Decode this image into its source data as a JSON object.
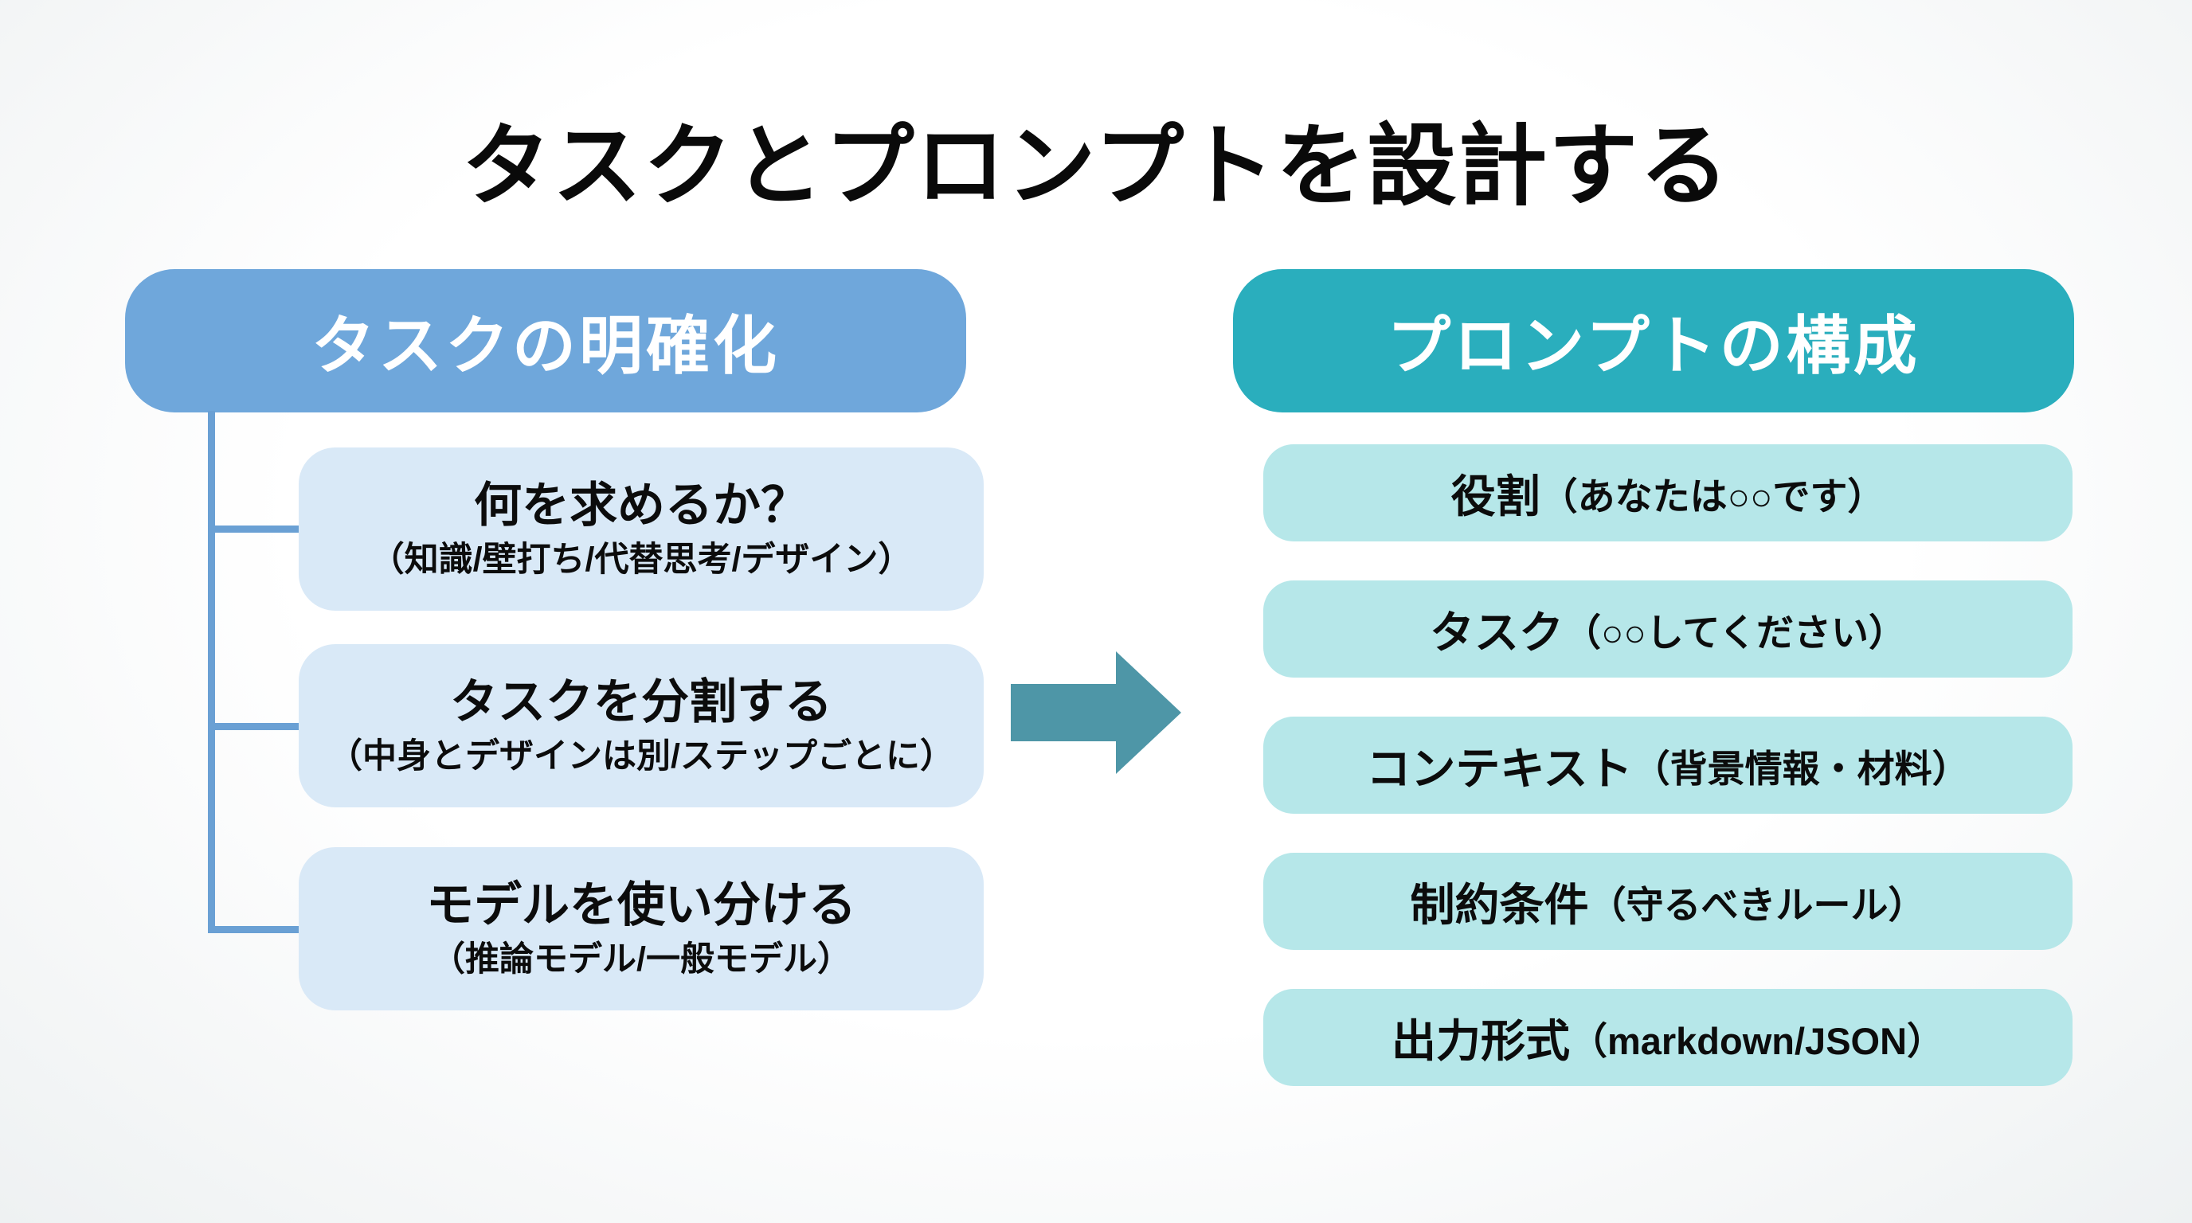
{
  "title": "タスクとプロンプトを設計する",
  "left": {
    "header": "タスクの明確化",
    "items": [
      {
        "main": "何を求めるか？",
        "sub": "（知識/壁打ち/代替思考/デザイン）"
      },
      {
        "main": "タスクを分割する",
        "sub": "（中身とデザインは別/ステップごとに）"
      },
      {
        "main": "モデルを使い分ける",
        "sub": "（推論モデル/一般モデル）"
      }
    ]
  },
  "right": {
    "header": "プロンプトの構成",
    "items": [
      {
        "term": "役割",
        "detail": "（あなたは○○です）"
      },
      {
        "term": "タスク",
        "detail": "（○○してください）"
      },
      {
        "term": "コンテキスト",
        "detail": "（背景情報・材料）"
      },
      {
        "term": "制約条件",
        "detail": "（守るべきルール）"
      },
      {
        "term": "出力形式",
        "detail": "（markdown/JSON）"
      }
    ]
  },
  "icons": {
    "arrow": "right-arrow-icon"
  },
  "colors": {
    "blue_header": "#6fa7db",
    "blue_light_box": "#d9e9f7",
    "connector_blue": "#6aa0d4",
    "teal_header": "#2aaebd",
    "teal_light_box": "#b6e7e9",
    "arrow_teal": "#4e96a7",
    "text_dark": "#0c0c0c",
    "text_white": "#ffffff"
  }
}
